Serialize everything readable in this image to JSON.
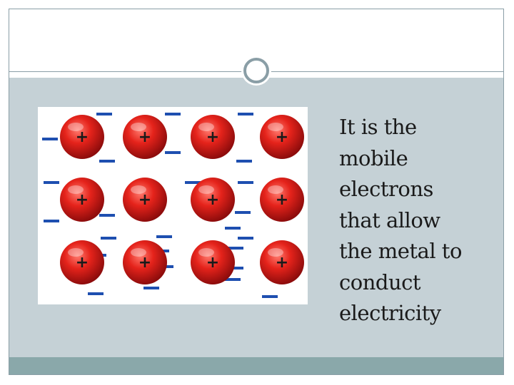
{
  "slide": {
    "body_lines": [
      "It is the",
      "mobile",
      "electrons",
      "that allow",
      "the metal to",
      "conduct",
      "electricity"
    ]
  },
  "illustration": {
    "ion_label": "+",
    "electron_label": "−",
    "ion_color": "#e01e1e",
    "electron_color": "#1e4fb0",
    "ion_rows": 3,
    "ion_cols": 4
  },
  "theme": {
    "content_band_color": "#c5d1d6",
    "footer_band_color": "#8aa8aa",
    "rule_color": "#8a9ea6"
  }
}
